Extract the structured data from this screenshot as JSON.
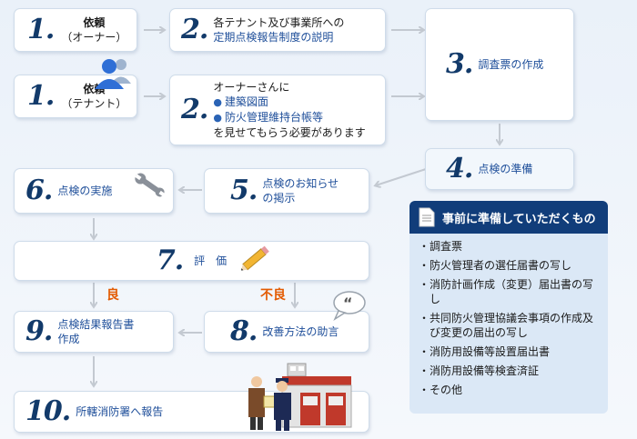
{
  "steps": {
    "s1_owner": {
      "num": "1",
      "line1": "依頼",
      "line2": "（オーナー）"
    },
    "s1_tenant": {
      "num": "1",
      "line1": "依頼",
      "line2": "（テナント）"
    },
    "s2_owner": {
      "num": "2",
      "line1": "各テナント及び事業所への",
      "line2": "定期点検報告制度の説明"
    },
    "s2_tenant": {
      "num": "2",
      "line1": "オーナーさんに",
      "item1": "建築図面",
      "item2": "防火管理維持台帳等",
      "line4": "を見せてもらう必要があります"
    },
    "s3": {
      "num": "3",
      "label": "調査票の作成"
    },
    "s4": {
      "num": "4",
      "label": "点検の準備"
    },
    "s5": {
      "num": "5",
      "line1": "点検のお知らせ",
      "line2": "の掲示"
    },
    "s6": {
      "num": "6",
      "label": "点検の実施"
    },
    "s7": {
      "num": "7",
      "label": "評　価"
    },
    "s8": {
      "num": "8",
      "label": "改善方法の助言"
    },
    "s9": {
      "num": "9",
      "line1": "点検結果報告書",
      "line2": "作成"
    },
    "s10": {
      "num": "10",
      "label": "所轄消防署へ報告"
    }
  },
  "branch": {
    "good": "良",
    "bad": "不良"
  },
  "prep_panel": {
    "title": "事前に準備していただくもの",
    "items": [
      "・調査票",
      "・防火管理者の選任届書の写し",
      "・消防計画作成（変更）届出書の写し",
      "・共同防火管理協議会事項の作成及び変更の届出の写し",
      "・消防用設備等設置届出書",
      "・消防用設備等検査済証",
      "・その他"
    ]
  },
  "colors": {
    "arrow": "#c3c9d1",
    "number": "#123a6a",
    "blue_text": "#1f4f9a",
    "panel_head": "#113d7a",
    "panel_body": "#dbe8f6",
    "tag": "#e35a00"
  }
}
